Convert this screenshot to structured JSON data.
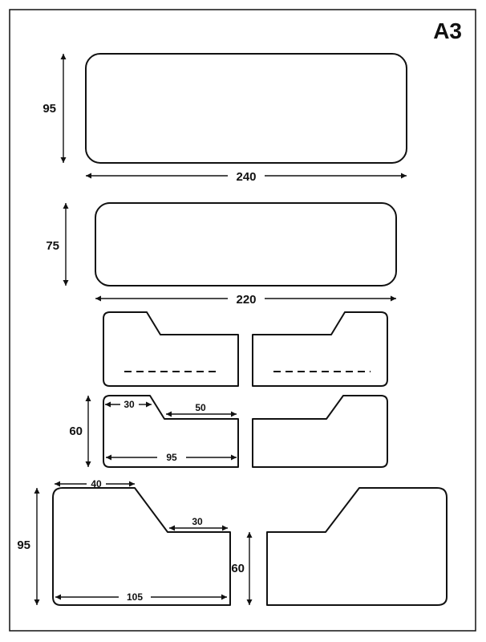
{
  "sheet": {
    "code": "A3"
  },
  "pieces": {
    "rect_large": {
      "width_label": "240",
      "height_label": "95"
    },
    "rect_medium": {
      "width_label": "220",
      "height_label": "75"
    },
    "step_medium": {
      "top_label": "30",
      "right_label": "50",
      "width_label": "95",
      "height_label": "60"
    },
    "step_large": {
      "top_label": "40",
      "right_label": "30",
      "width_label": "105",
      "height_label": "95",
      "side_height_label": "60"
    }
  }
}
